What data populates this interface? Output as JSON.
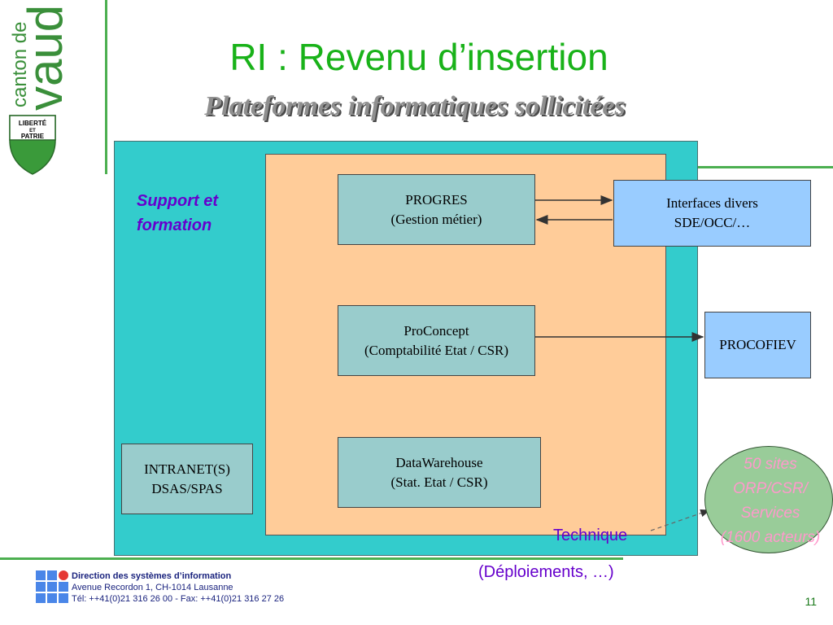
{
  "logo": {
    "canton_text": "canton de",
    "vaud_text": "vaud",
    "shield_line1": "LIBERTÉ",
    "shield_line2": "ET",
    "shield_line3": "PATRIE"
  },
  "header": {
    "title": "RI : Revenu d’insertion",
    "subtitle": "Plateformes informatiques sollicitées"
  },
  "diagram": {
    "support_label_line1": "Support et",
    "support_label_line2": "formation",
    "progres": {
      "line1": "PROGRES",
      "line2": "(Gestion métier)"
    },
    "proconcept": {
      "line1": "ProConcept",
      "line2": "(Comptabilité Etat / CSR)"
    },
    "datawarehouse": {
      "line1": "DataWarehouse",
      "line2": "(Stat. Etat / CSR)"
    },
    "intranet": {
      "line1": "INTRANET(S)",
      "line2": "DSAS/SPAS"
    },
    "interfaces": {
      "line1": "Interfaces divers",
      "line2": "SDE/OCC/…"
    },
    "procofiev": "PROCOFIEV",
    "sites": {
      "line1": "50 sites",
      "line2": "ORP/CSR/",
      "line3": "Services",
      "line4": "(1600 acteurs)"
    },
    "technique": "Technique",
    "deploiements": "(Déploiements, …)"
  },
  "footer": {
    "org": "Direction des systèmes d’information",
    "address": "Avenue Recordon 1, CH-1014 Lausanne",
    "phone": "Tél: ++41(0)21 316 26 00 - Fax: ++41(0)21 316 27 26",
    "page_number": "11"
  },
  "colors": {
    "title_green": "#19b219",
    "teal": "#33cccc",
    "peach": "#ffcc99",
    "box_teal": "#99cccc",
    "box_blue": "#99ccff",
    "purple_text": "#6600cc",
    "pink_text": "#ff99cc",
    "circle_green": "#99cc99"
  }
}
